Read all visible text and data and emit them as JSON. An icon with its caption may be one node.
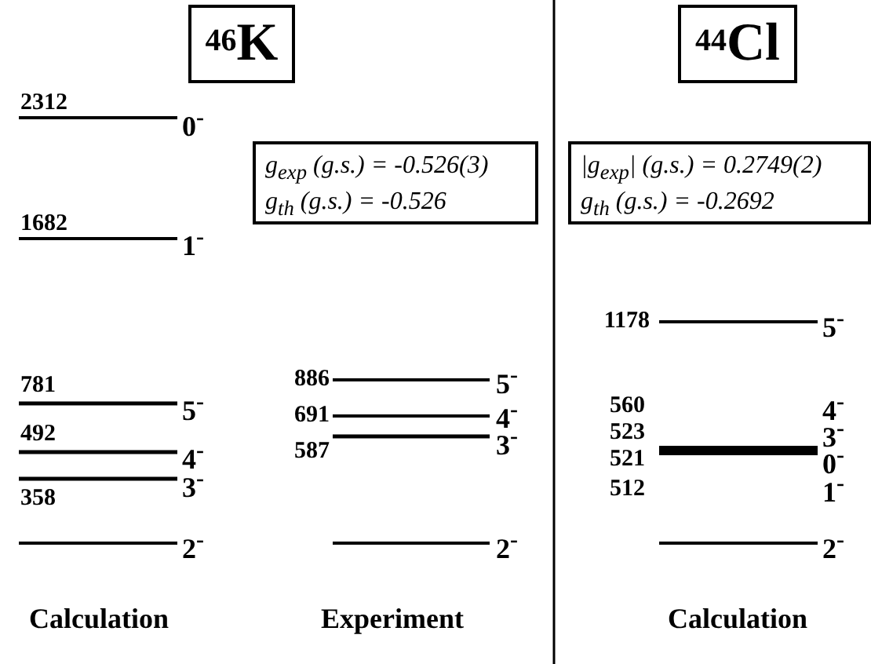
{
  "diagram": {
    "nodes": [
      {
        "text": [
          "$^{46}$K"
        ]
      },
      {
        "text": [
          "g$_{exp}$ (g.s.) = -0.526(3)",
          "g$_{th}$ (g.s.) = -0.526"
        ]
      },
      {
        "text": [
          "$^{44}$Cl"
        ]
      },
      {
        "text": [
          "|g$_{exp}$| (g.s.) = 0.2749(2)",
          "g$_{th}$ (g.s.) = -0.2692"
        ]
      }
    ],
    "labels": [
      "2312",
      "0$^{-}$",
      "1682",
      "1$^{-}$",
      "781",
      "5$^{-}$",
      "492",
      "4$^{-}$",
      "3$^{-}$",
      "358",
      "2$^{-}$",
      "Calculation",
      "886",
      "5$^{-}$",
      "691",
      "4$^{-}$",
      "587",
      "3$^{-}$",
      "2$^{-}$",
      "Experiment",
      "1178",
      "5$^{-}$",
      "560",
      "4$^{-}$",
      "523",
      "3$^{-}$",
      "521",
      "0$^{-}$",
      "512",
      "1$^{-}$",
      "2$^{-}$",
      "Calculation"
    ]
  }
}
